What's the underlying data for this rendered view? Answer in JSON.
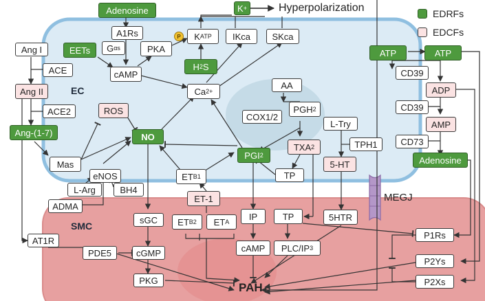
{
  "legend": {
    "edrf_label": "EDRFs",
    "edcf_label": "EDCFs",
    "edrf_color": "#4e9a3e",
    "edcf_color": "#fbe3e3"
  },
  "regions": {
    "ec_label": "EC",
    "smc_label": "SMC",
    "megj_label": "MEGJ",
    "ec_color": "#dcebf5",
    "ec_border": "#8fbfe0",
    "smc_color": "#e7a0a0"
  },
  "outcomes": {
    "hyperpolarization": "Hyperpolarization",
    "pah": "PAH"
  },
  "phosphate_badge": "P",
  "nodes": {
    "adenosine_top": "Adenosine",
    "a1rs": "A1Rs",
    "gas_main": "G",
    "gas_sub": "αs",
    "pka": "PKA",
    "camp_ec": "cAMP",
    "eets": "EETs",
    "k_plus_main": "K",
    "k_plus_sup": "+",
    "katp_main": "K",
    "katp_sub": "ATP",
    "ikca": "IKca",
    "skca": "SKca",
    "h2s_main": "H",
    "h2s_sub": "2",
    "h2s_tail": "S",
    "ca_main": "Ca",
    "ca_sup": "2+",
    "ang1": "Ang I",
    "ace": "ACE",
    "ang2": "Ang II",
    "ace2": "ACE2",
    "ang17": "Ang-(1-7)",
    "mas": "Mas",
    "ros": "ROS",
    "no": "NO",
    "enos": "eNOS",
    "larg": "L-Arg",
    "bh4": "BH4",
    "adma": "ADMA",
    "aa": "AA",
    "cox": "COX1/2",
    "pgh2_main": "PGH",
    "pgh2_sub": "2",
    "pgi2_main": "PGI",
    "pgi2_sub": "2",
    "txa2_main": "TXA",
    "txa2_sub": "2",
    "tp_ec": "TP",
    "ltry": "L-Try",
    "tph1": "TPH1",
    "ht5": "5-HT",
    "etb1_main": "ET",
    "etb1_sub": "B1",
    "et1": "ET-1",
    "etb2_main": "ET",
    "etb2_sub": "B2",
    "eta_main": "ET",
    "eta_sub": "A",
    "atp_left": "ATP",
    "atp_right": "ATP",
    "cd39_a": "CD39",
    "adp": "ADP",
    "cd39_b": "CD39",
    "amp": "AMP",
    "cd73": "CD73",
    "adenosine_right": "Adenosine",
    "sgc": "sGC",
    "cgmp": "cGMP",
    "pde5": "PDE5",
    "pkg": "PKG",
    "ip": "IP",
    "tp_smc": "TP",
    "htr5": "5HTR",
    "camp_smc": "cAMP",
    "plc_main": "PLC/IP",
    "plc_sub": "3",
    "at1r": "AT1R",
    "p1rs": "P1Rs",
    "p2ys": "P2Ys",
    "p2xs": "P2Xs"
  }
}
